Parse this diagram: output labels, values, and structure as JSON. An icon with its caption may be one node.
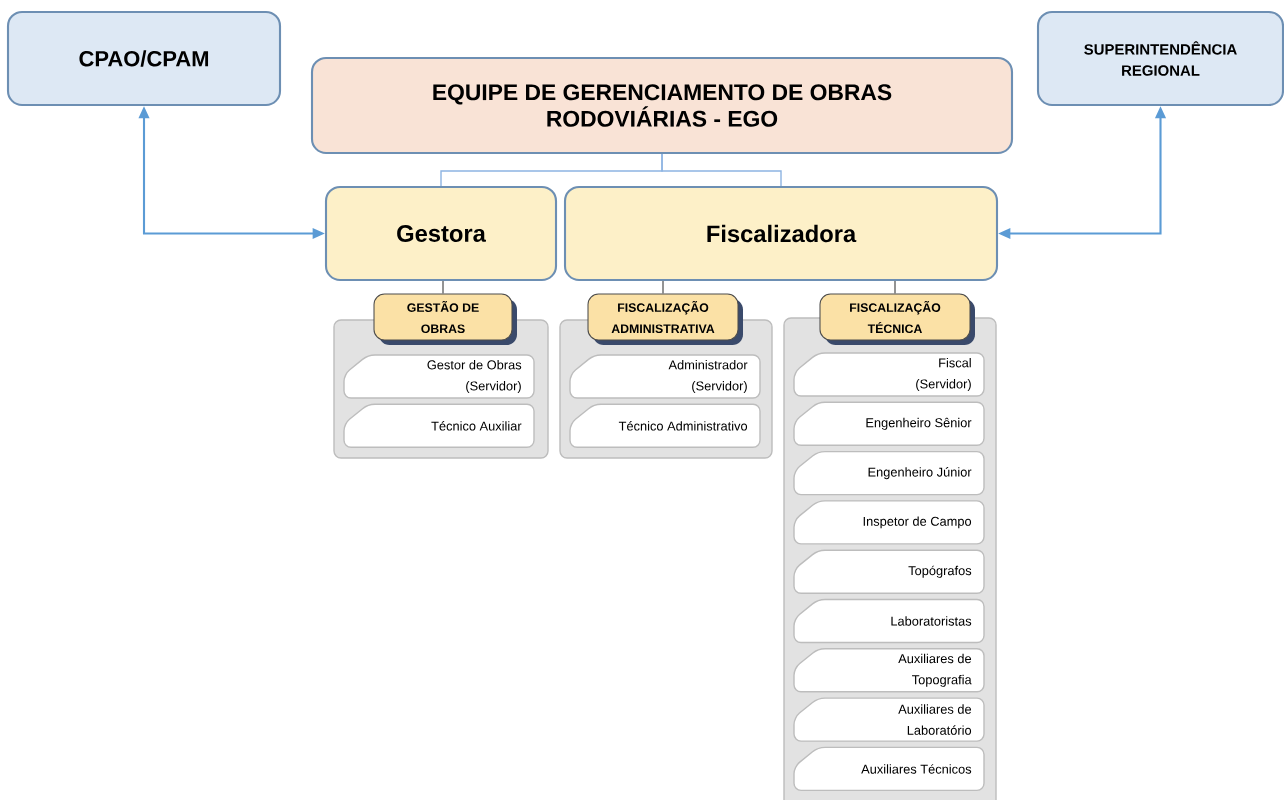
{
  "diagram": {
    "nodes": [
      {
        "text": [
          "CPAO/CPAM"
        ]
      },
      {
        "text": [
          "EQUIPE DE GERENCIAMENTO DE OBRAS RODOVIÁRIAS - EGO"
        ]
      },
      {
        "text": [
          "SUPERINTENDÊNCIA REGIONAL"
        ]
      },
      {
        "text": [
          "Gestora"
        ]
      },
      {
        "text": [
          "Fiscalizadora"
        ]
      },
      {
        "text": [
          "GESTÃO DE OBRAS"
        ]
      },
      {
        "text": [],
        "shape": "box"
      },
      {
        "text": [
          "Gestor de Obras (Servidor)"
        ],
        "in": 6
      },
      {
        "text": [
          "Técnico Auxiliar"
        ],
        "in": 6
      },
      {
        "text": [
          "FISCALIZAÇÃO ADMINISTRATIVA"
        ]
      },
      {
        "text": [],
        "shape": "box"
      },
      {
        "text": [
          "Administrador (Servidor)"
        ],
        "in": 10
      },
      {
        "text": [
          "Técnico Administrativo"
        ],
        "in": 10
      },
      {
        "text": [
          "FISCALIZAÇÃO TÉCNICA"
        ]
      },
      {
        "text": [],
        "shape": "box"
      },
      {
        "text": [
          "Fiscal (Servidor)"
        ],
        "in": 14
      },
      {
        "text": [
          "Engenheiro Sênior"
        ],
        "in": 14
      },
      {
        "text": [
          "Engenheiro Júnior"
        ],
        "in": 14
      },
      {
        "text": [
          "Inspetor de Campo"
        ],
        "in": 14
      },
      {
        "text": [
          "Topógrafos"
        ],
        "in": 14
      },
      {
        "text": [
          "Laboratoristas"
        ],
        "in": 14
      },
      {
        "text": [
          "Auxiliares de Topografia"
        ],
        "in": 14
      },
      {
        "text": [
          "Auxiliares de Laboratório"
        ],
        "in": 14
      },
      {
        "text": [
          "Auxiliares Técnicos"
        ],
        "in": 14
      }
    ],
    "edges": [
      {
        "from": 1,
        "to": 3,
        "arrow": "none",
        "color": "#8db4e2"
      },
      {
        "from": 1,
        "to": 4,
        "arrow": "none",
        "color": "#8db4e2"
      },
      {
        "from": 3,
        "to": 0,
        "arrow": "both",
        "color": "#5b9bd5"
      },
      {
        "from": 4,
        "to": 2,
        "arrow": "both",
        "color": "#5b9bd5"
      },
      {
        "from": 3,
        "to": 5,
        "arrow": "none"
      },
      {
        "from": 4,
        "to": 9,
        "arrow": "none"
      },
      {
        "from": 4,
        "to": 13,
        "arrow": "none"
      }
    ]
  }
}
